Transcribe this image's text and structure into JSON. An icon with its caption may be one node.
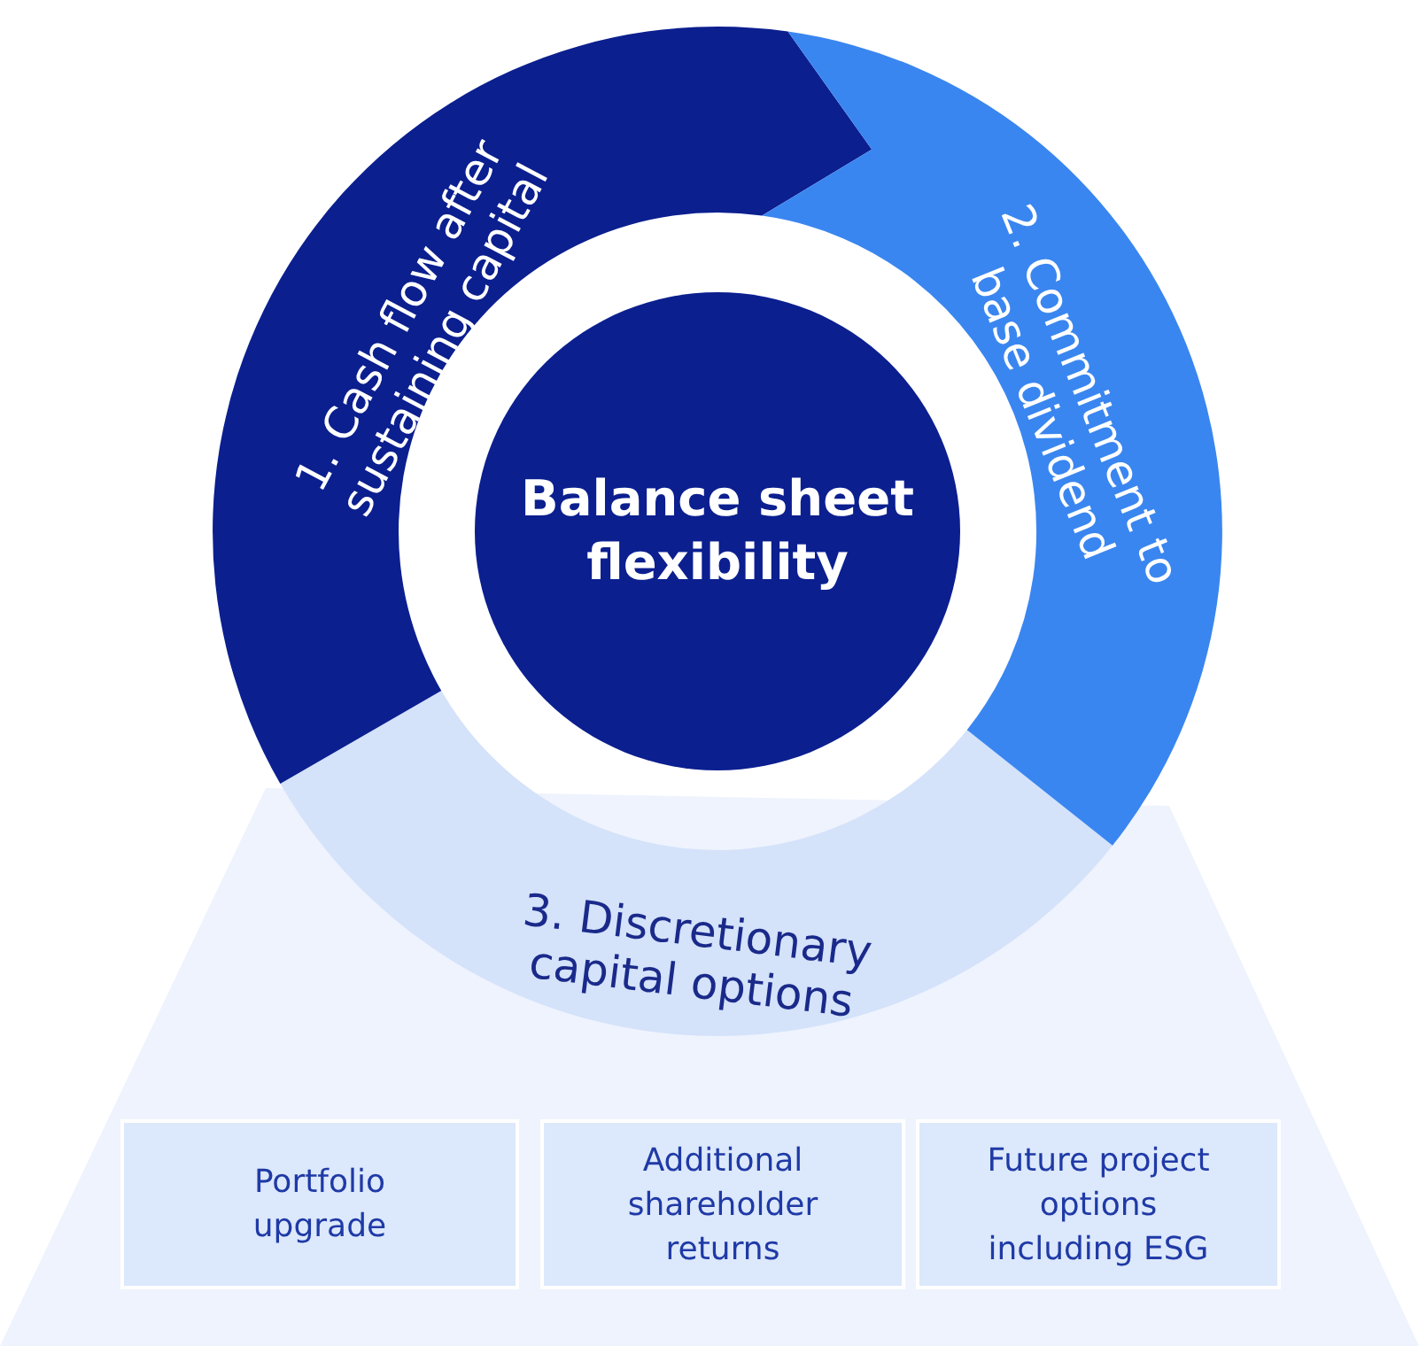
{
  "diagram": {
    "nodes": [
      {
        "text": [
          "Balance sheet flexibility"
        ]
      },
      {
        "text": [
          "1. Cash flow after sustaining capital"
        ]
      },
      {
        "text": [
          "2. Commitment to base dividend"
        ]
      },
      {
        "text": [
          "3. Discretionary capital options"
        ]
      },
      {
        "text": [
          "Portfolio upgrade"
        ]
      },
      {
        "text": [
          "Additional shareholder returns"
        ]
      },
      {
        "text": [
          "Future project options including ESG"
        ]
      }
    ]
  }
}
